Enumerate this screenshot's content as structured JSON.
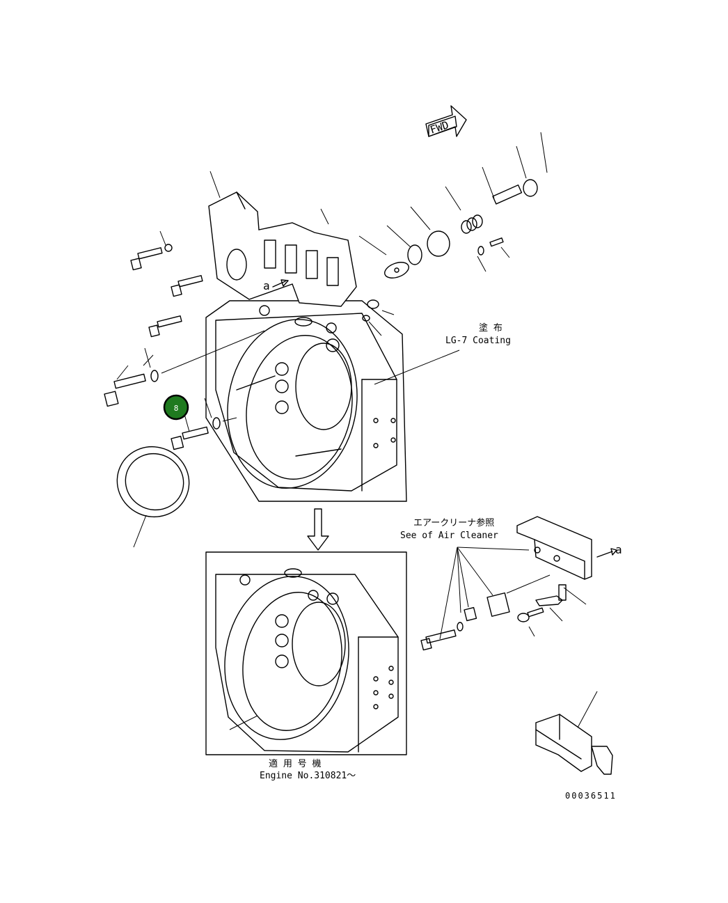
{
  "fwd_label": "FWD",
  "coating": {
    "jp": "塗 布",
    "en": "LG-7 Coating"
  },
  "air_cleaner": {
    "jp": "エアークリーナ参照",
    "en": "See of Air Cleaner"
  },
  "engine_serial": {
    "jp": "適 用 号 機",
    "en": "Engine No.310821～"
  },
  "ref_letter_a": "a",
  "callout": {
    "number": "8",
    "color": "#1f7a1f"
  },
  "drawing_number": "00036511"
}
